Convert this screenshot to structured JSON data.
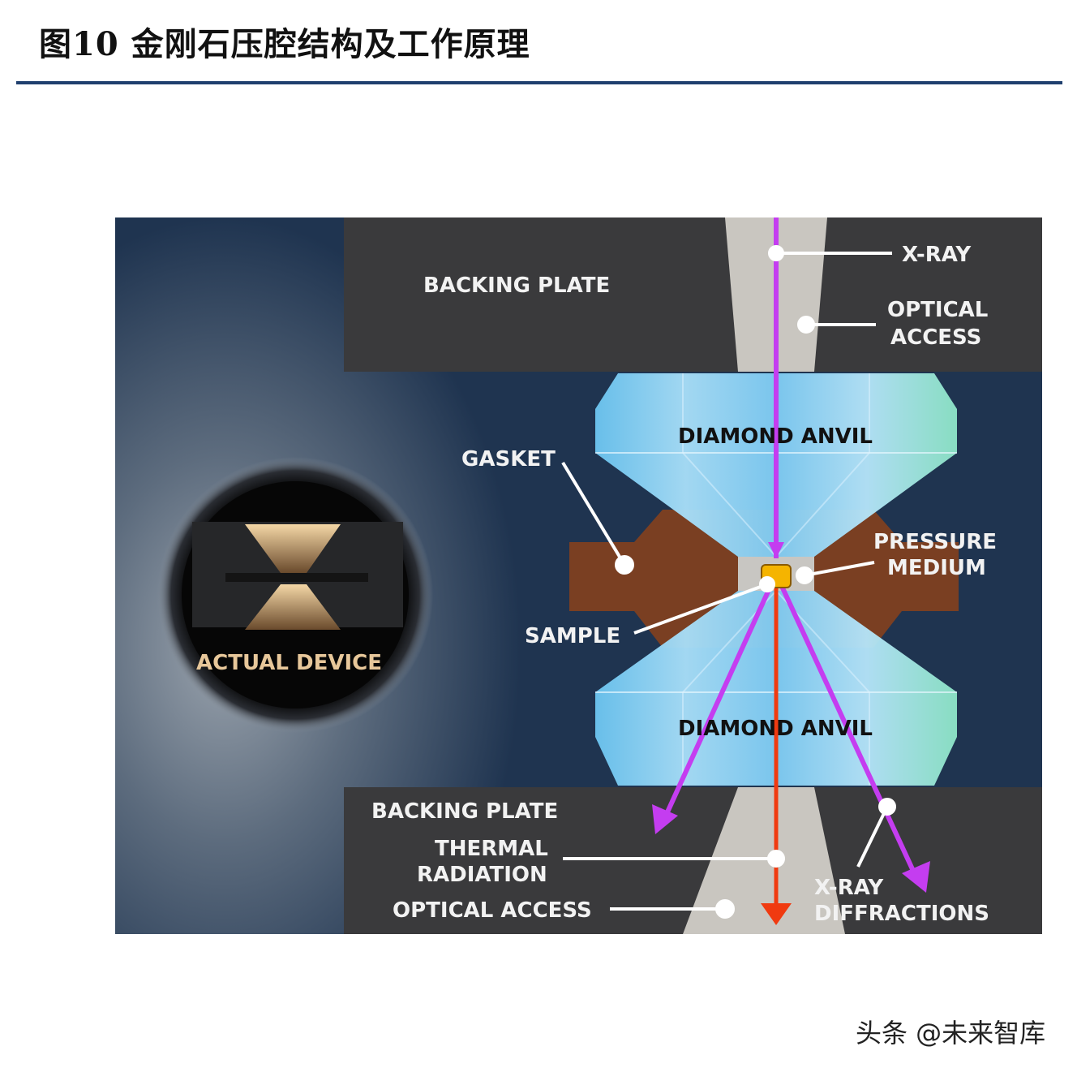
{
  "figure": {
    "title": "图10  金刚石压腔结构及工作原理",
    "watermark": "头条 @未来智库"
  },
  "diagram": {
    "labels": {
      "top_plate": "BACKING PLATE",
      "xray": "X-RAY",
      "optical_access_top_1": "OPTICAL",
      "optical_access_top_2": "ACCESS",
      "anvil_top": "DIAMOND ANVIL",
      "gasket": "GASKET",
      "pressure_medium_1": "PRESSURE",
      "pressure_medium_2": "MEDIUM",
      "sample": "SAMPLE",
      "actual_device": "ACTUAL DEVICE",
      "anvil_bottom": "DIAMOND ANVIL",
      "bottom_plate": "BACKING PLATE",
      "thermal_radiation_1": "THERMAL",
      "thermal_radiation_2": "RADIATION",
      "optical_access_bottom": "OPTICAL ACCESS",
      "xray_diffractions_1": "X-RAY",
      "xray_diffractions_2": "DIFFRACTIONS"
    },
    "colors": {
      "background": "#1f3450",
      "plate": "#3a3a3c",
      "channel": "#c9c6c0",
      "anvil": "#8fd3f4",
      "gasket": "#7a3f22",
      "xray_beam": "#c43df0",
      "thermal": "#f03a10",
      "sample": "#f5b400",
      "label_text": "#f2f2f2",
      "device_label": "#e7c79a"
    }
  }
}
